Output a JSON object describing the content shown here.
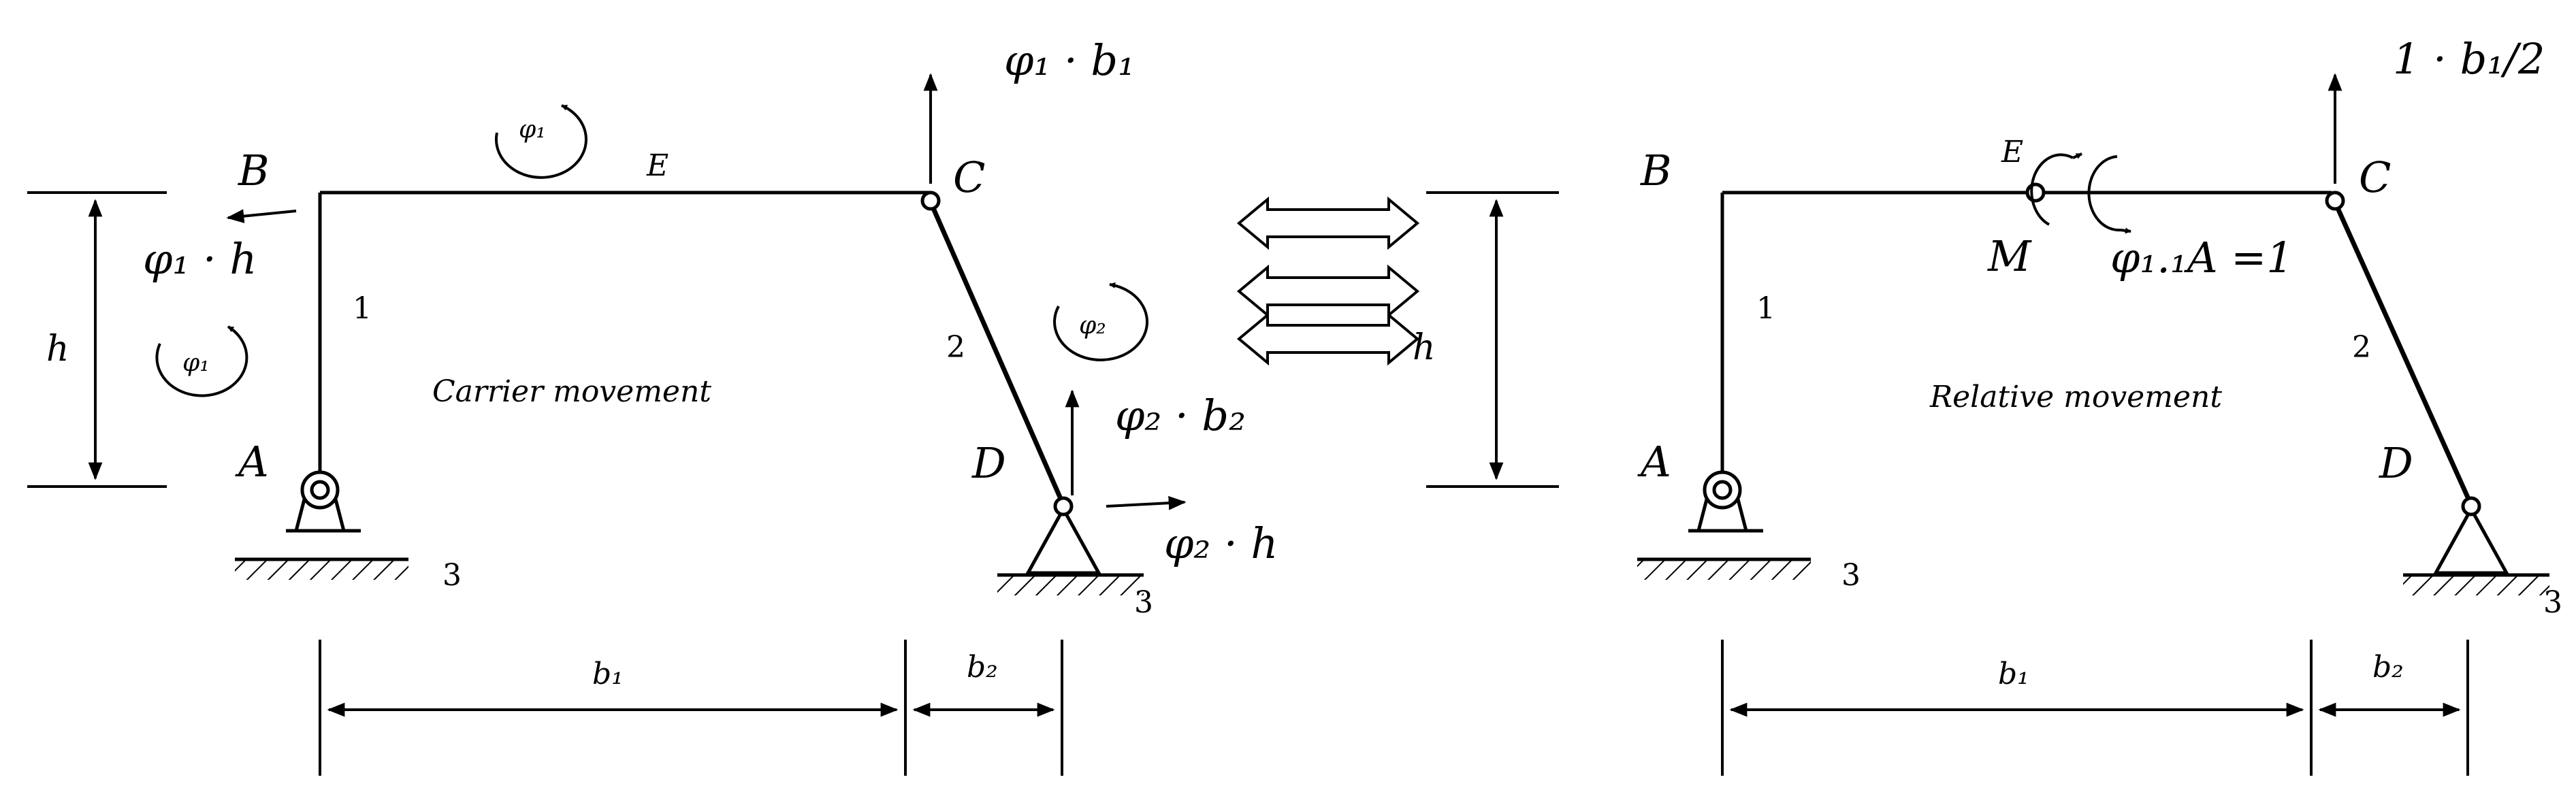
{
  "left": {
    "nodes": {
      "A": "A",
      "B": "B",
      "C": "C",
      "D": "D",
      "E": "E"
    },
    "members": {
      "bar1": "1",
      "bar2": "2"
    },
    "supports": {
      "support_A": "3",
      "support_D": "3"
    },
    "height_label": "h",
    "caption": "Carrier movement",
    "phi1_rot_a": "φ₁",
    "phi1_rot_b": "φ₁",
    "phi2_rot": "φ₂",
    "disp_B": "φ₁ · h",
    "disp_C": "φ₁ · b₁",
    "disp_D_vert": "φ₂ · b₂",
    "disp_D_horiz": "φ₂ · h",
    "dim_b1": "b₁",
    "dim_b2": "b₂"
  },
  "middle": {
    "height_label": "h"
  },
  "right": {
    "nodes": {
      "A": "A",
      "B": "B",
      "C": "C",
      "D": "D",
      "E": "E",
      "M": "M"
    },
    "members": {
      "bar1": "1",
      "bar2": "2"
    },
    "supports": {
      "support_A": "3",
      "support_D": "3"
    },
    "caption": "Relative movement",
    "unit_rotation": "φ₁.₁A =1",
    "disp_C": "1 · b₁/2",
    "dim_b1": "b₁",
    "dim_b2": "b₂"
  }
}
